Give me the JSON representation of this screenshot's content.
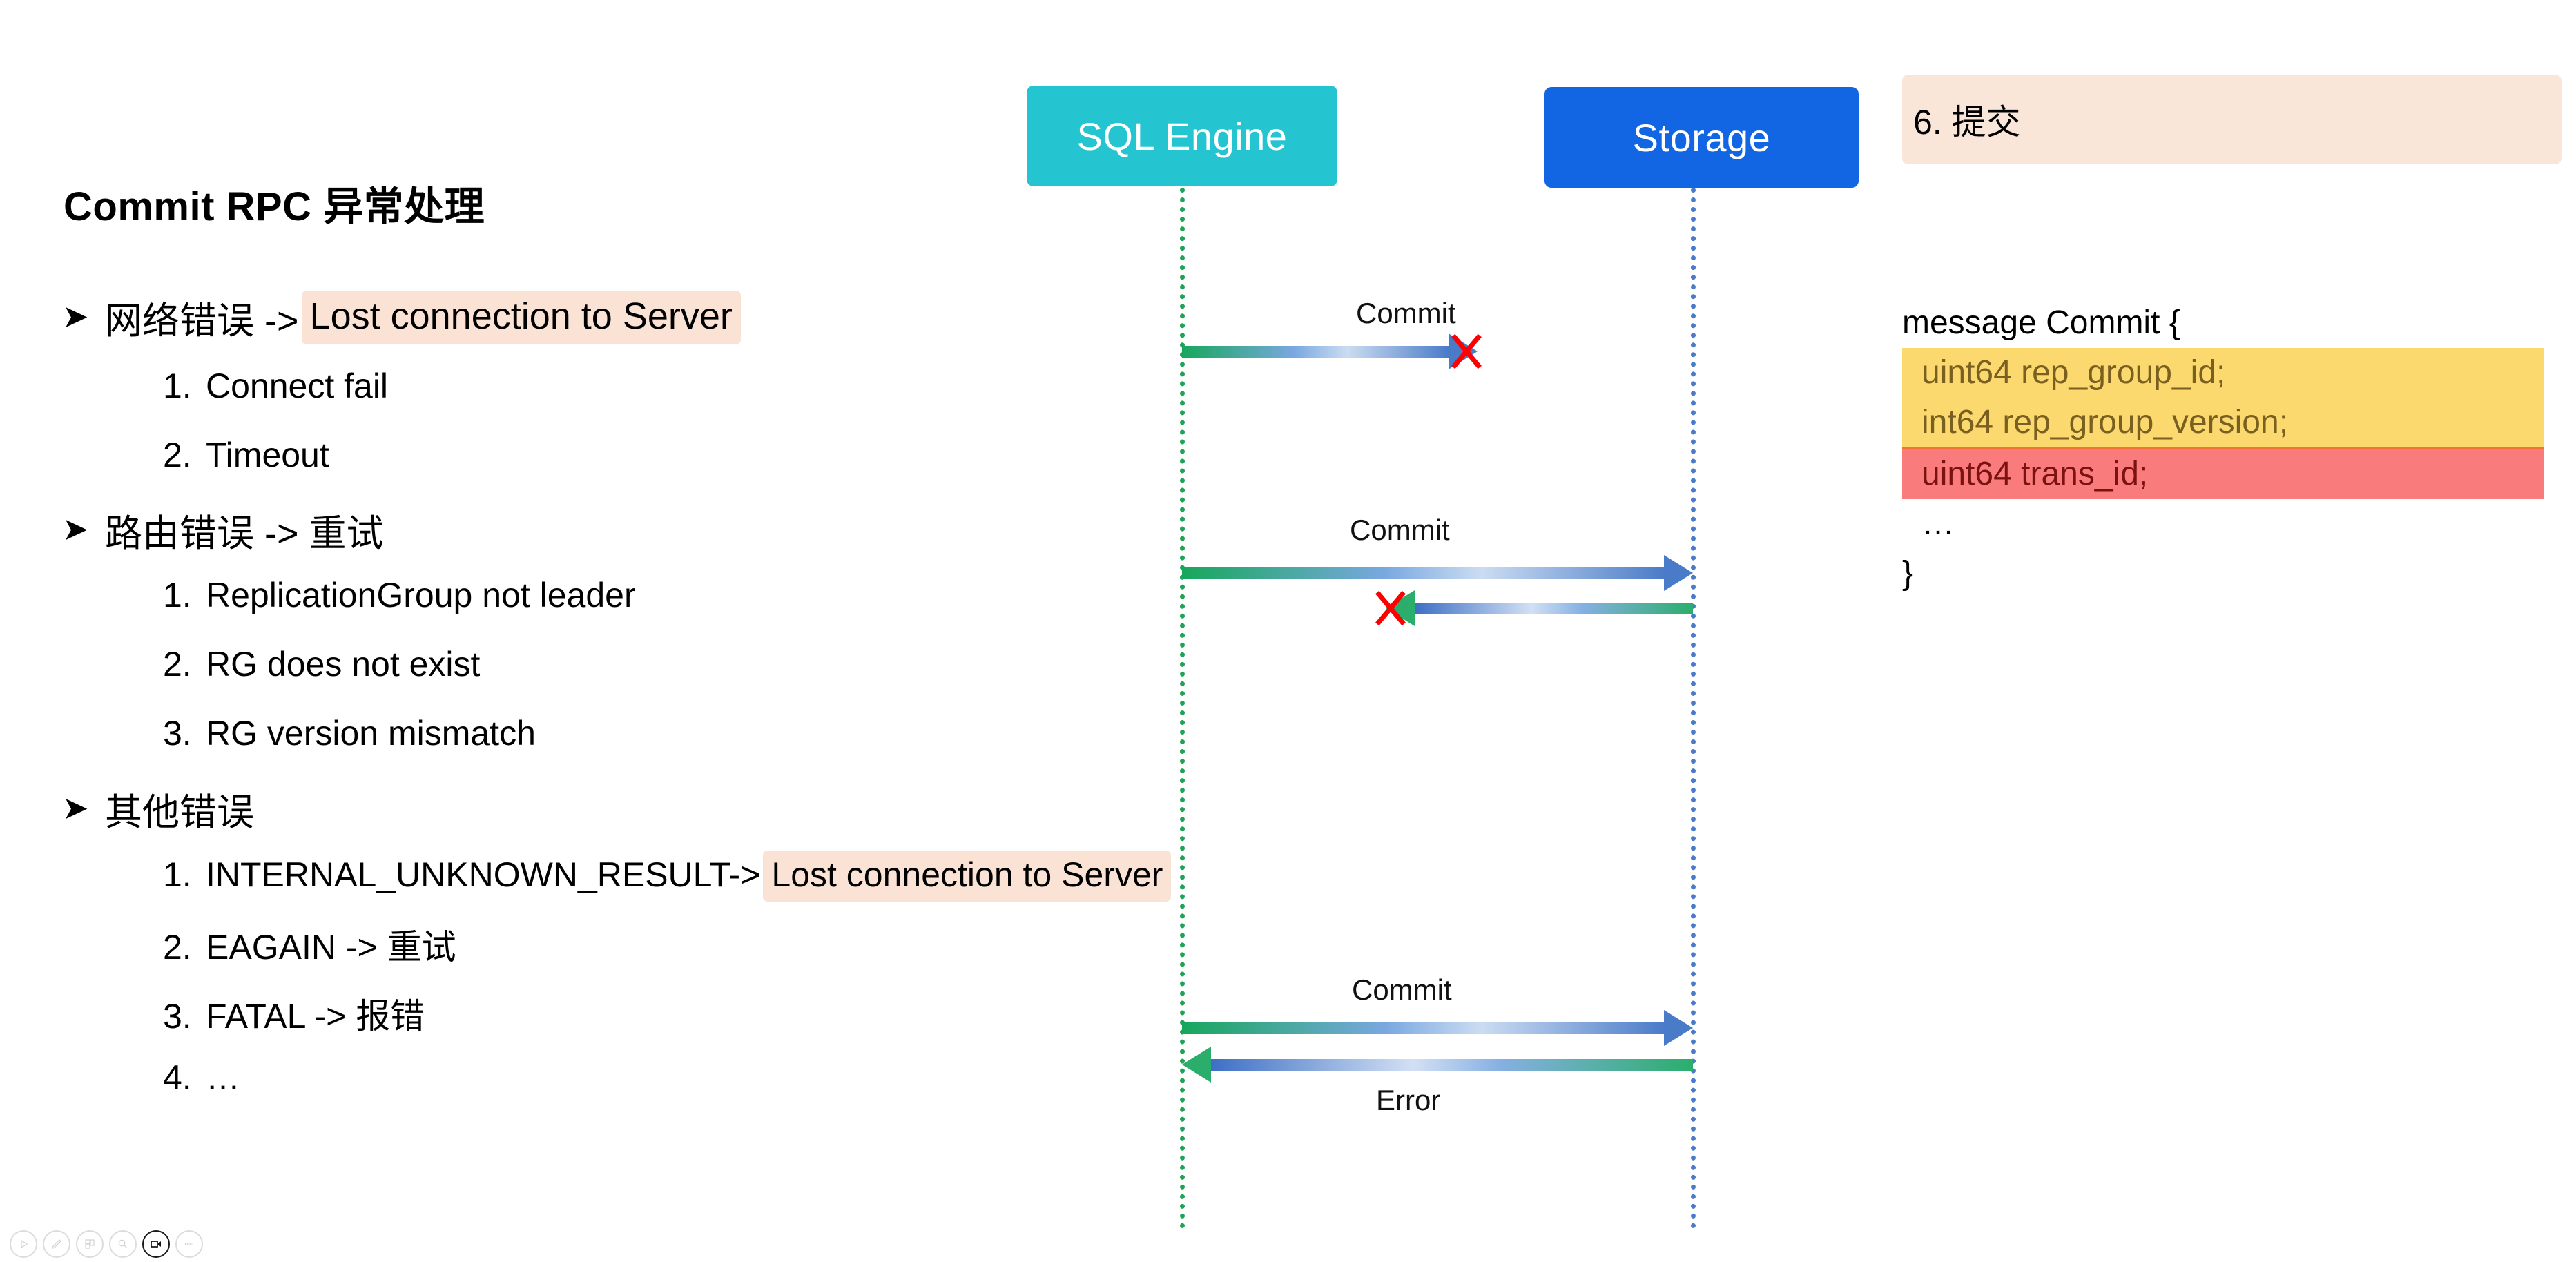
{
  "slide": {
    "title": "Commit RPC 异常处理"
  },
  "bullets": [
    {
      "marker": "➤",
      "text_before": "网络错误 ->",
      "highlight": "Lost connection to Server",
      "highlight_color": "#FAE3D4",
      "children": [
        {
          "num": "1.",
          "text": "Connect fail"
        },
        {
          "num": "2.",
          "text": "Timeout"
        }
      ]
    },
    {
      "marker": "➤",
      "text_before": "路由错误 -> 重试",
      "highlight": "",
      "children": [
        {
          "num": "1.",
          "text": "ReplicationGroup not leader"
        },
        {
          "num": "2.",
          "text": "RG does not exist"
        },
        {
          "num": "3.",
          "text": "RG version mismatch"
        }
      ]
    },
    {
      "marker": "➤",
      "text_before": "其他错误",
      "highlight": "",
      "children": [
        {
          "num": "1.",
          "text": "INTERNAL_UNKNOWN_RESULT->",
          "highlight": "Lost connection to Server"
        },
        {
          "num": "2.",
          "text": "EAGAIN -> 重试"
        },
        {
          "num": "3.",
          "text": "FATAL -> 报错"
        },
        {
          "num": "4.",
          "text": "…"
        }
      ]
    }
  ],
  "diagram": {
    "lanes": [
      {
        "id": "sql-engine",
        "label": "SQL Engine",
        "color": "#25C4D1"
      },
      {
        "id": "storage",
        "label": "Storage",
        "color": "#1266E3"
      }
    ],
    "messages": [
      {
        "id": "msg-1",
        "label": "Commit",
        "direction": "right",
        "failed": true,
        "fail_marker": "X"
      },
      {
        "id": "msg-2",
        "label": "Commit",
        "direction": "right",
        "failed": false
      },
      {
        "id": "msg-3",
        "label": "",
        "direction": "left",
        "failed": true,
        "fail_marker": "X"
      },
      {
        "id": "msg-4",
        "label": "Commit",
        "direction": "right",
        "failed": false
      },
      {
        "id": "msg-5",
        "label": "Error",
        "direction": "left",
        "failed": false
      }
    ],
    "fail_color": "#FF0000",
    "lifeline_colors": {
      "sql-engine": "#1FA357",
      "storage": "#4A7BC8"
    }
  },
  "right_panel": {
    "step_header": "6. 提交",
    "step_header_bg": "#FAE5D9",
    "code": [
      {
        "text": "message Commit {",
        "hl": "none"
      },
      {
        "text": "uint64 rep_group_id;",
        "hl": "yellow"
      },
      {
        "text": "int64 rep_group_version;",
        "hl": "yellow"
      },
      {
        "text": "uint64 trans_id;",
        "hl": "red"
      },
      {
        "text": "…",
        "hl": "none"
      },
      {
        "text": "}",
        "hl": "none"
      }
    ],
    "code_colors": {
      "yellow_bg": "#FBD96E",
      "yellow_fg": "#7A6020",
      "red_bg": "#F97B7B",
      "red_fg": "#7A1212"
    }
  },
  "toolbar": {
    "buttons": [
      {
        "id": "play",
        "name": "play-icon",
        "active": false
      },
      {
        "id": "pen",
        "name": "pen-icon",
        "active": false
      },
      {
        "id": "layout",
        "name": "layout-icon",
        "active": false
      },
      {
        "id": "search",
        "name": "search-icon",
        "active": false
      },
      {
        "id": "video",
        "name": "video-camera-icon",
        "active": true
      },
      {
        "id": "more",
        "name": "more-ellipsis-icon",
        "active": false
      }
    ]
  }
}
